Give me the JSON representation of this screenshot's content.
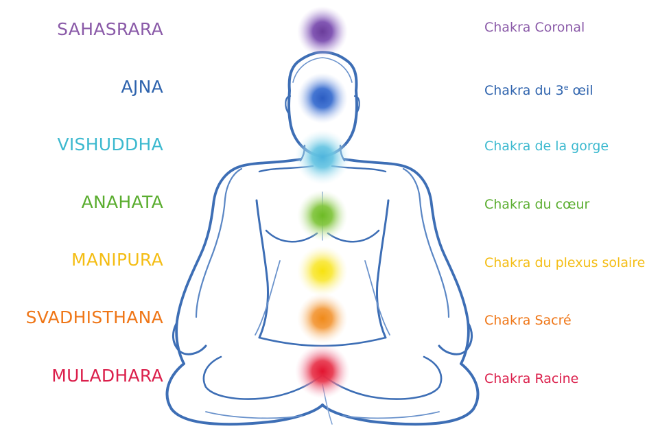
{
  "chakras": [
    {
      "sanskrit": "SAHASRARA",
      "french": "Chakra Coronal",
      "color": "#8a5aa8"
    },
    {
      "sanskrit": "AJNA",
      "french": "Chakra du 3",
      "french_sup": "e",
      "french_suffix": " œil",
      "color": "#2e63ad"
    },
    {
      "sanskrit": "VISHUDDHA",
      "french": "Chakra de la gorge",
      "color": "#3cb9cf"
    },
    {
      "sanskrit": "ANAHATA",
      "french": "Chakra du cœur",
      "color": "#5aad2f"
    },
    {
      "sanskrit": "MANIPURA",
      "french": "Chakra du plexus solaire",
      "color": "#f4bd14"
    },
    {
      "sanskrit": "SVADHISTHANA",
      "french": "Chakra Sacré",
      "color": "#ef7617"
    },
    {
      "sanskrit": "MULADHARA",
      "french": "Chakra Racine",
      "color": "#db1f4b"
    }
  ],
  "figure_color": "#3d6eb5"
}
